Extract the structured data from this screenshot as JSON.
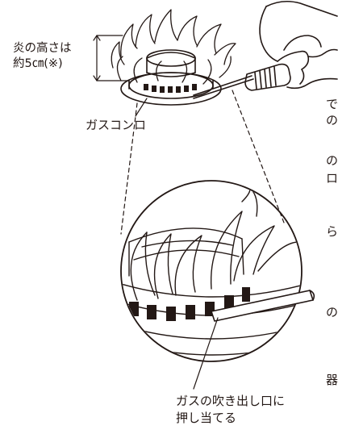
{
  "labels": {
    "flame_height_line1": "炎の高さは",
    "flame_height_line2": "約5㎝(※)",
    "stove": "ガスコンロ",
    "callout_line1": "ガスの吹き出し口に",
    "callout_line2": "押し当てる"
  },
  "edge_text": [
    "で",
    "の",
    "の",
    "ロ",
    "ら",
    "の",
    "器"
  ],
  "colors": {
    "ink": "#231815",
    "background": "#ffffff"
  }
}
